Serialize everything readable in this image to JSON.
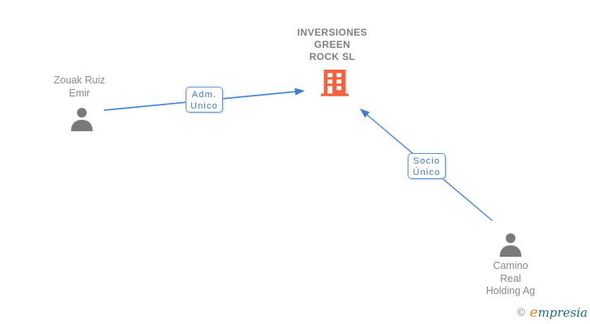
{
  "company": {
    "name": {
      "line1": "INVERSIONES",
      "line2": "GREEN",
      "line3": "ROCK SL"
    },
    "icon": "building-icon"
  },
  "person_left": {
    "name": {
      "line1": "Zouak Ruiz",
      "line2": "Emir"
    },
    "icon": "person-icon"
  },
  "person_right": {
    "name": {
      "line1": "Camino",
      "line2": "Real",
      "line3": "Holding Ag"
    },
    "icon": "person-icon"
  },
  "relation_adm": {
    "label": {
      "line1": "Adm.",
      "line2": "Unico"
    },
    "from": "Zouak Ruiz Emir",
    "to": "INVERSIONES GREEN ROCK SL"
  },
  "relation_socio": {
    "label": {
      "line1": "Socio",
      "line2": "Único"
    },
    "from": "Camino Real Holding Ag",
    "to": "INVERSIONES GREEN ROCK SL"
  },
  "footer": {
    "copyright_symbol": "©",
    "brand_initial": "e",
    "brand_rest": "mpresia"
  },
  "colors": {
    "building_orange": "#f4613c",
    "link_blue": "#4a86d8",
    "arrowhead_blue": "#3e7cd6",
    "label_border_blue": "#5a96e0",
    "label_text_blue": "#3a7bd0",
    "text_gray": "#8a8a8a",
    "title_gray": "#7f7f7f",
    "icon_gray": "#7a7a7a",
    "brand_orange": "#e8822a",
    "brand_teal": "#1a6e7e"
  }
}
